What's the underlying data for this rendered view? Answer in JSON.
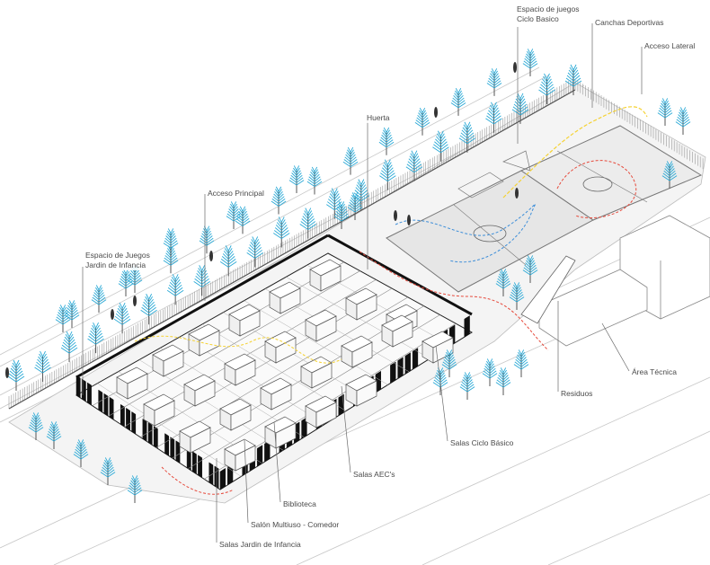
{
  "labels": {
    "espacio_ciclo": [
      "Espacio de juegos",
      "Ciclo Basico"
    ],
    "canchas": "Canchas Deportivas",
    "acceso_lateral": "Acceso Lateral",
    "huerta": "Huerta",
    "acceso_principal": "Acceso Principal",
    "espacio_jardin": [
      "Espacio de Juegos",
      "Jardin de Infancia"
    ],
    "area_tecnica": "Área Técnica",
    "residuos": "Residuos",
    "salas_ciclo": "Salas Ciclo Básico",
    "salas_aec": "Salas AEC's",
    "biblioteca": "Biblioteca",
    "salon_multiuso": "Salón Multiuso - Comedor",
    "salas_jardin": "Salas Jardin de Infancia"
  },
  "colors": {
    "tree": "#29a9d6",
    "trunk": "#555555",
    "line": "#6a6a6a",
    "wall": "#111111",
    "court": "#e6e6e6",
    "path_yellow": "#f5d232",
    "path_red": "#e64a3c",
    "path_blue": "#3f8fd9"
  }
}
